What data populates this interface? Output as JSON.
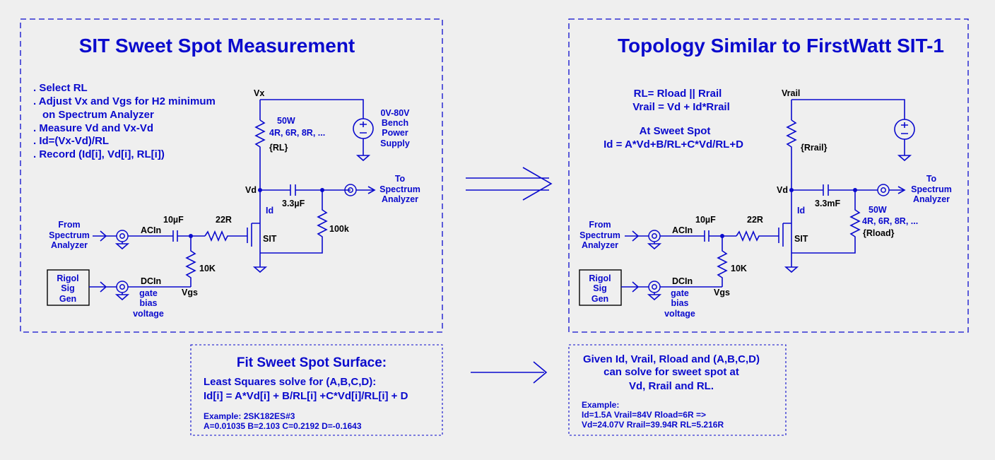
{
  "left_panel": {
    "title": "SIT Sweet Spot Measurement",
    "steps": [
      ". Select RL",
      ". Adjust Vx and Vgs for H2 minimum",
      "on Spectrum Analyzer",
      ". Measure Vd and Vx-Vd",
      ". Id=(Vx-Vd)/RL",
      ". Record (Id[i], Vd[i], RL[i])"
    ],
    "vx": "Vx",
    "rl_power": "50W",
    "rl_values": "4R, 6R, 8R, ...",
    "rl_name": "{RL}",
    "supply": [
      "0V-80V",
      "Bench",
      "Power",
      "Supply"
    ],
    "vd": "Vd",
    "cap_out": "3.3µF",
    "to_analyzer": [
      "To",
      "Spectrum",
      "Analyzer"
    ],
    "r_bias": "100k",
    "id": "Id",
    "from_analyzer": [
      "From",
      "Spectrum",
      "Analyzer"
    ],
    "acin": "ACIn",
    "cap_in": "10µF",
    "r_gate": "22R",
    "device": "SIT",
    "r_10k": "10K",
    "siggen": [
      "Rigol",
      "Sig",
      "Gen"
    ],
    "dcin": "DCIn",
    "gate_bias": [
      "gate",
      "bias",
      "voltage"
    ],
    "vgs": "Vgs"
  },
  "right_panel": {
    "title": "Topology Similar to FirstWatt SIT-1",
    "eq1": "RL= Rload || Rrail",
    "eq2": "Vrail = Vd + Id*Rrail",
    "sweet_title": "At Sweet Spot",
    "sweet_eq": "Id = A*Vd+B/RL+C*Vd/RL+D",
    "vrail": "Vrail",
    "rrail": "{Rrail}",
    "vd": "Vd",
    "cap_out": "3.3mF",
    "to_analyzer": [
      "To",
      "Spectrum",
      "Analyzer"
    ],
    "rload_power": "50W",
    "rload_values": "4R, 6R, 8R, ...",
    "rload_name": "{Rload}",
    "id": "Id",
    "from_analyzer": [
      "From",
      "Spectrum",
      "Analyzer"
    ],
    "acin": "ACIn",
    "cap_in": "10µF",
    "r_gate": "22R",
    "device": "SIT",
    "r_10k": "10K",
    "siggen": [
      "Rigol",
      "Sig",
      "Gen"
    ],
    "dcin": "DCIn",
    "gate_bias": [
      "gate",
      "bias",
      "voltage"
    ],
    "vgs": "Vgs"
  },
  "fit_box": {
    "title": "Fit Sweet Spot Surface:",
    "line1": "Least Squares solve for (A,B,C,D):",
    "line2": "Id[i] = A*Vd[i] + B/RL[i] +C*Vd[i]/RL[i] + D",
    "example": "Example:  2SK182ES#3",
    "coeffs": "A=0.01035  B=2.103  C=0.2192  D=-0.1643"
  },
  "given_box": {
    "lines": [
      "Given Id, Vrail, Rload and (A,B,C,D)",
      "can solve for sweet spot at",
      "Vd, Rrail and RL."
    ],
    "example": "Example:",
    "ex1": "Id=1.5A  Vrail=84V   Rload=6R =>",
    "ex2": "Vd=24.07V  Rrail=39.94R  RL=5.216R"
  }
}
